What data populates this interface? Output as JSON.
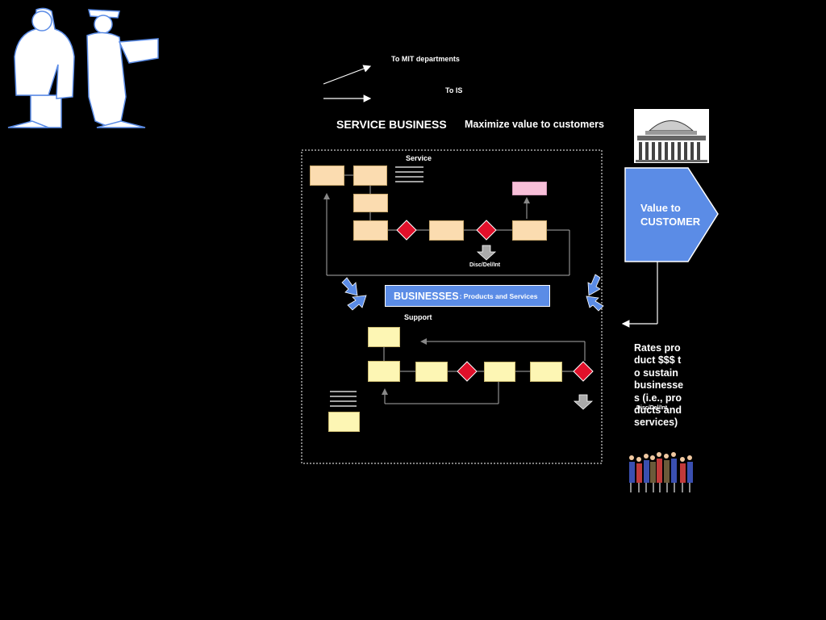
{
  "labels": {
    "to_mit": "To MIT departments",
    "to_is": "To IS",
    "service_business": "SERVICE BUSINESS",
    "maximize": "Maximize value to customers",
    "service": "Service",
    "disc_top": "Disc/Del/Int",
    "businesses": "BUSINESSES",
    "businesses_sub": ": Products and Services",
    "support": "Support",
    "value_to": "Value to",
    "customer": "CUSTOMER",
    "rates": "Rates product $$$ to sustain businesses (i.e., products and services)",
    "disc_bottom": "Disc/Del/Int"
  },
  "colors": {
    "background": "#000000",
    "process_box": "#fbdcb0",
    "support_box": "#fdf6b4",
    "output_box": "#f7bfd8",
    "decision": "#e0102a",
    "accent_blue": "#5b8ce6"
  },
  "icons": {
    "scientists": "two-scientists-clipart",
    "building": "mit-dome-building",
    "people": "group-of-people-clipart"
  }
}
